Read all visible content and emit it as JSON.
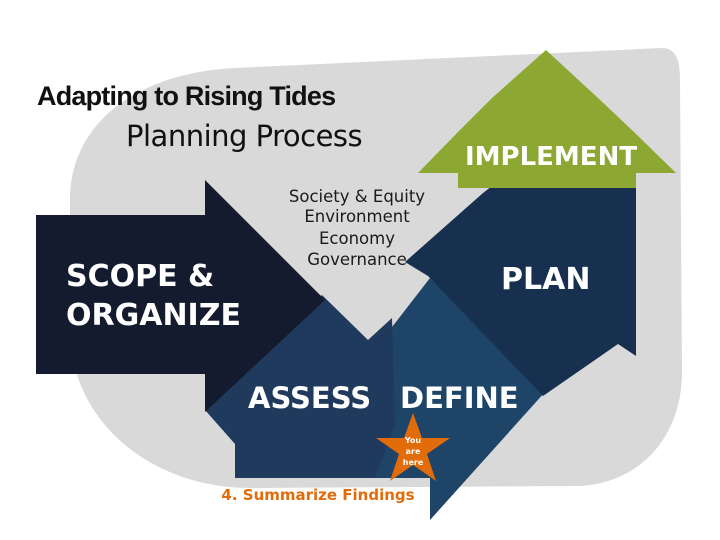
{
  "title": {
    "line1": "Adapting to Rising Tides",
    "line2": "Planning Process"
  },
  "stages": {
    "scope_line1": "SCOPE &",
    "scope_line2": "ORGANIZE",
    "assess": "ASSESS",
    "define": "DEFINE",
    "plan": "PLAN",
    "implement": "IMPLEMENT"
  },
  "pillars": [
    "Society & Equity",
    "Environment",
    "Economy",
    "Governance"
  ],
  "marker": {
    "line1": "You",
    "line2": "are",
    "line3": "here"
  },
  "current_step": "4. Summarize Findings",
  "colors": {
    "background_shape": "#d9d9d9",
    "scope": "#141b2e",
    "assess": "#1f3a5c",
    "define": "#1e4468",
    "plan": "#17304f",
    "implement": "#8ca832",
    "marker": "#e36c0a",
    "step_text": "#e36c0a"
  }
}
